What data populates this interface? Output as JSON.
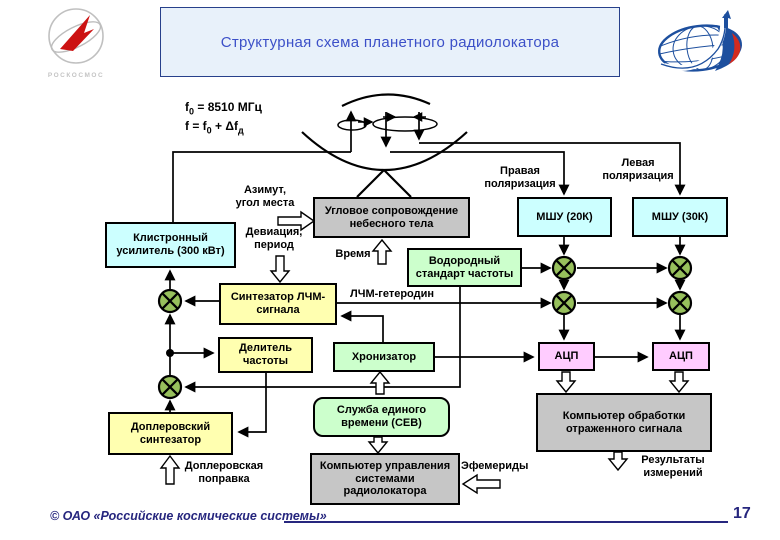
{
  "header": {
    "title": "Структурная схема планетного радиолокатора",
    "left_logo_text": "РОСКОСМОС"
  },
  "formulas": {
    "f1_a": "f",
    "f1_sub": "0",
    "f1_b": " = 8510 МГц",
    "f2_a": "f = f",
    "f2_sub1": "0",
    "f2_b": " + Δf",
    "f2_sub2": "д"
  },
  "labels": {
    "azimuth": "Азимут,\nугол места",
    "deviation": "Девиация,\nпериод",
    "time": "Время",
    "right_polarization": "Правая\nполяризация",
    "left_polarization": "Левая\nполяризация",
    "lchm_heterodyne": "ЛЧМ-гетеродин",
    "ephemerides": "Эфемериды",
    "results": "Результаты\nизмерений",
    "doppler_correction": "Доплеровская\nпоправка"
  },
  "boxes": {
    "klystron": "Клистронный\nусилитель (300 кВт)",
    "angular_tracking": "Угловое сопровождение\nнебесного тела",
    "mshu20": "МШУ (20К)",
    "mshu30": "МШУ (30К)",
    "hydrogen_standard": "Водородный\nстандарт частоты",
    "lchm_synthesizer": "Синтезатор ЛЧМ-\nсигнала",
    "frequency_divider": "Делитель\nчастоты",
    "chronizer": "Хронизатор",
    "adc1": "АЦП",
    "adc2": "АЦП",
    "sev": "Служба единого\nвремени (СЕВ)",
    "processing_computer": "Компьютер обработки\nотраженного сигнала",
    "control_computer": "Компьютер управления\nсистемами\nрадиолокатора",
    "doppler_synthesizer": "Доплеровский\nсинтезатор"
  },
  "footer": {
    "copyright": "© ОАО «Российские космические системы»",
    "page_number": "17"
  },
  "icons": {
    "left_logo": "roscosmos-logo",
    "right_logo": "rks-globe-rocket-logo",
    "antenna": "parabolic-antenna-icon",
    "mixer": "mixer-multiplier-icon"
  },
  "colors": {
    "cyan_box": "#ccffff",
    "yellow_box": "#ffffb0",
    "green_box": "#ccffcc",
    "pink_box": "#ffccff",
    "gray_box": "#c6c6c6",
    "title_text": "#3c50c8",
    "footer_text": "#26267e",
    "mixer_fill": "#97c05c"
  }
}
